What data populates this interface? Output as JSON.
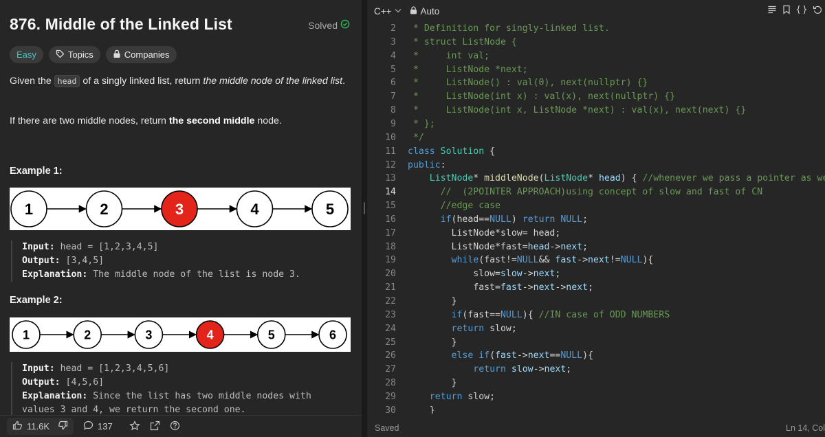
{
  "problem": {
    "title": "876. Middle of the Linked List",
    "status": "Solved",
    "difficulty": "Easy",
    "tags": [
      "Topics",
      "Companies"
    ],
    "desc1_pre": "Given the ",
    "desc1_code": "head",
    "desc1_mid": " of a singly linked list, return ",
    "desc1_em": "the middle node of the linked list",
    "desc1_post": ".",
    "desc2_pre": "If there are two middle nodes, return ",
    "desc2_bold": "the second middle",
    "desc2_post": " node."
  },
  "examples": [
    {
      "title": "Example 1:",
      "nodes": [
        "1",
        "2",
        "3",
        "4",
        "5"
      ],
      "highlight": 2,
      "input_label": "Input:",
      "input_value": " head = [1,2,3,4,5]",
      "output_label": "Output:",
      "output_value": " [3,4,5]",
      "explanation_label": "Explanation:",
      "explanation_lines": [
        " The middle node of the list is node 3."
      ]
    },
    {
      "title": "Example 2:",
      "nodes": [
        "1",
        "2",
        "3",
        "4",
        "5",
        "6"
      ],
      "highlight": 3,
      "input_label": "Input:",
      "input_value": " head = [1,2,3,4,5,6]",
      "output_label": "Output:",
      "output_value": " [4,5,6]",
      "explanation_label": "Explanation:",
      "explanation_lines": [
        " Since the list has two middle nodes with",
        "values 3 and 4, we return the second one."
      ]
    }
  ],
  "footer": {
    "likes": "11.6K",
    "comments": "137"
  },
  "colors": {
    "highlight_node": "#e3241b",
    "easy": "#46c6c2",
    "solved": "#2cbb5d"
  },
  "editor": {
    "language": "C++",
    "mode": "Auto",
    "status_left": "Saved",
    "status_right": "Ln 14, Col",
    "current_line": 14,
    "lines": [
      {
        "num": "2",
        "spans": [
          [
            "c",
            " * Definition for singly-linked list."
          ]
        ]
      },
      {
        "num": "3",
        "spans": [
          [
            "c",
            " * struct ListNode {"
          ]
        ]
      },
      {
        "num": "4",
        "spans": [
          [
            "c",
            " *     int val;"
          ]
        ]
      },
      {
        "num": "5",
        "spans": [
          [
            "c",
            " *     ListNode *next;"
          ]
        ]
      },
      {
        "num": "6",
        "spans": [
          [
            "c",
            " *     ListNode() : val(0), next(nullptr) {}"
          ]
        ]
      },
      {
        "num": "7",
        "spans": [
          [
            "c",
            " *     ListNode(int x) : val(x), next(nullptr) {}"
          ]
        ]
      },
      {
        "num": "8",
        "spans": [
          [
            "c",
            " *     ListNode(int x, ListNode *next) : val(x), next(next) {}"
          ]
        ]
      },
      {
        "num": "9",
        "spans": [
          [
            "c",
            " * };"
          ]
        ]
      },
      {
        "num": "10",
        "spans": [
          [
            "c",
            " */"
          ]
        ]
      },
      {
        "num": "11",
        "spans": [
          [
            "k",
            "class "
          ],
          [
            "t",
            "Solution"
          ],
          [
            "n",
            " {"
          ]
        ]
      },
      {
        "num": "12",
        "spans": [
          [
            "k",
            "public"
          ],
          [
            "n",
            ":"
          ]
        ]
      },
      {
        "num": "13",
        "spans": [
          [
            "t",
            "    ListNode"
          ],
          [
            "n",
            "* "
          ],
          [
            "f",
            "middleNode"
          ],
          [
            "n",
            "("
          ],
          [
            "t",
            "ListNode"
          ],
          [
            "n",
            "* "
          ],
          [
            "v",
            "head"
          ],
          [
            "n",
            ") { "
          ],
          [
            "c",
            "//whenever we pass a pointer as well"
          ]
        ]
      },
      {
        "num": "14",
        "spans": [
          [
            "c",
            "      //  (2POINTER APPROACH)using concept of slow and fast of CN"
          ]
        ]
      },
      {
        "num": "15",
        "spans": [
          [
            "c",
            "      //edge case"
          ]
        ]
      },
      {
        "num": "16",
        "spans": [
          [
            "k",
            "      if"
          ],
          [
            "n",
            "(head=="
          ],
          [
            "k",
            "NULL"
          ],
          [
            "n",
            ") "
          ],
          [
            "k",
            "return "
          ],
          [
            "k",
            "NULL"
          ],
          [
            "n",
            ";"
          ]
        ]
      },
      {
        "num": "17",
        "spans": [
          [
            "n",
            "        ListNode*slow= head;"
          ]
        ]
      },
      {
        "num": "18",
        "spans": [
          [
            "n",
            "        ListNode*fast="
          ],
          [
            "v",
            "head"
          ],
          [
            "n",
            "->"
          ],
          [
            "v",
            "next"
          ],
          [
            "n",
            ";"
          ]
        ]
      },
      {
        "num": "19",
        "spans": [
          [
            "k",
            "        while"
          ],
          [
            "n",
            "(fast!="
          ],
          [
            "k",
            "NULL"
          ],
          [
            "n",
            "&& "
          ],
          [
            "v",
            "fast"
          ],
          [
            "n",
            "->"
          ],
          [
            "v",
            "next"
          ],
          [
            "n",
            "!="
          ],
          [
            "k",
            "NULL"
          ],
          [
            "n",
            "){"
          ]
        ]
      },
      {
        "num": "20",
        "spans": [
          [
            "n",
            "            slow="
          ],
          [
            "v",
            "slow"
          ],
          [
            "n",
            "->"
          ],
          [
            "v",
            "next"
          ],
          [
            "n",
            ";"
          ]
        ]
      },
      {
        "num": "21",
        "spans": [
          [
            "n",
            "            fast="
          ],
          [
            "v",
            "fast"
          ],
          [
            "n",
            "->"
          ],
          [
            "v",
            "next"
          ],
          [
            "n",
            "->"
          ],
          [
            "v",
            "next"
          ],
          [
            "n",
            ";"
          ]
        ]
      },
      {
        "num": "22",
        "spans": [
          [
            "n",
            "        }"
          ]
        ]
      },
      {
        "num": "23",
        "spans": [
          [
            "k",
            "        if"
          ],
          [
            "n",
            "(fast=="
          ],
          [
            "k",
            "NULL"
          ],
          [
            "n",
            "){ "
          ],
          [
            "c",
            "//IN case of ODD NUMBERS"
          ]
        ]
      },
      {
        "num": "24",
        "spans": [
          [
            "k",
            "        return "
          ],
          [
            "n",
            "slow;"
          ]
        ]
      },
      {
        "num": "25",
        "spans": [
          [
            "n",
            "        }"
          ]
        ]
      },
      {
        "num": "26",
        "spans": [
          [
            "k",
            "        else if"
          ],
          [
            "n",
            "("
          ],
          [
            "v",
            "fast"
          ],
          [
            "n",
            "->"
          ],
          [
            "v",
            "next"
          ],
          [
            "n",
            "=="
          ],
          [
            "k",
            "NULL"
          ],
          [
            "n",
            "){"
          ]
        ]
      },
      {
        "num": "27",
        "spans": [
          [
            "k",
            "            return "
          ],
          [
            "v",
            "slow"
          ],
          [
            "n",
            "->"
          ],
          [
            "v",
            "next"
          ],
          [
            "n",
            ";"
          ]
        ]
      },
      {
        "num": "28",
        "spans": [
          [
            "n",
            "        }"
          ]
        ]
      },
      {
        "num": "29",
        "spans": [
          [
            "k",
            "    return "
          ],
          [
            "n",
            "slow;"
          ]
        ]
      },
      {
        "num": "30",
        "spans": [
          [
            "n",
            "    }"
          ]
        ]
      }
    ]
  }
}
